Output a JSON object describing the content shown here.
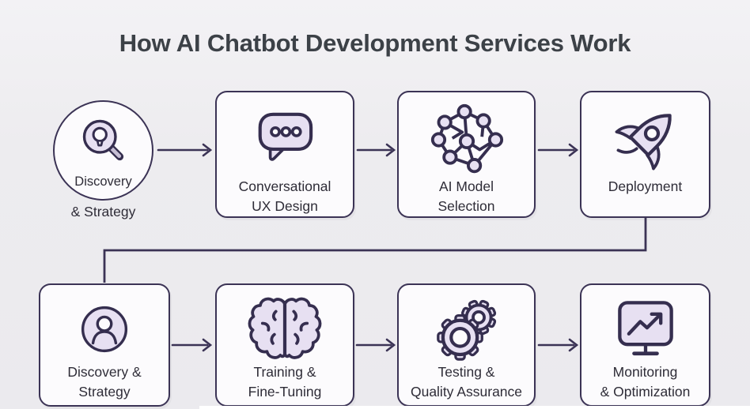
{
  "title": "How AI Chatbot Development Services Work",
  "palette": {
    "background": "#EDECEF",
    "card_background": "#FCFBFD",
    "outline": "#3B3355",
    "icon_fill": "#E7E0F2",
    "icon_stroke": "#352E4F",
    "label_text": "#2E2C37",
    "title_text": "#3C4147"
  },
  "flow": {
    "row1": [
      {
        "name": "discovery-strategy",
        "icon": "magnifying-glass-lightbulb-icon",
        "inside_label": "Discovery",
        "below_label": "& Strategy"
      },
      {
        "name": "conversational-ux-design",
        "icon": "chat-bubble-icon",
        "line1": "Conversational",
        "line2": "UX Design"
      },
      {
        "name": "ai-model-selection",
        "icon": "neural-network-icon",
        "line1": "AI Model",
        "line2": "Selection"
      },
      {
        "name": "deployment",
        "icon": "rocket-icon",
        "line1": "Deployment",
        "line2": ""
      }
    ],
    "row2": [
      {
        "name": "discovery-strategy-2",
        "icon": "user-icon",
        "line1": "Discovery &",
        "line2": "Strategy"
      },
      {
        "name": "training-fine-tuning",
        "icon": "brain-icon",
        "line1": "Training &",
        "line2": "Fine-Tuning"
      },
      {
        "name": "testing-quality-assurance",
        "icon": "gears-icon",
        "line1": "Testing &",
        "line2": "Quality Assurance"
      },
      {
        "name": "monitoring-optimization",
        "icon": "monitor-chart-icon",
        "line1": "Monitoring",
        "line2": "& Optimization"
      }
    ]
  }
}
